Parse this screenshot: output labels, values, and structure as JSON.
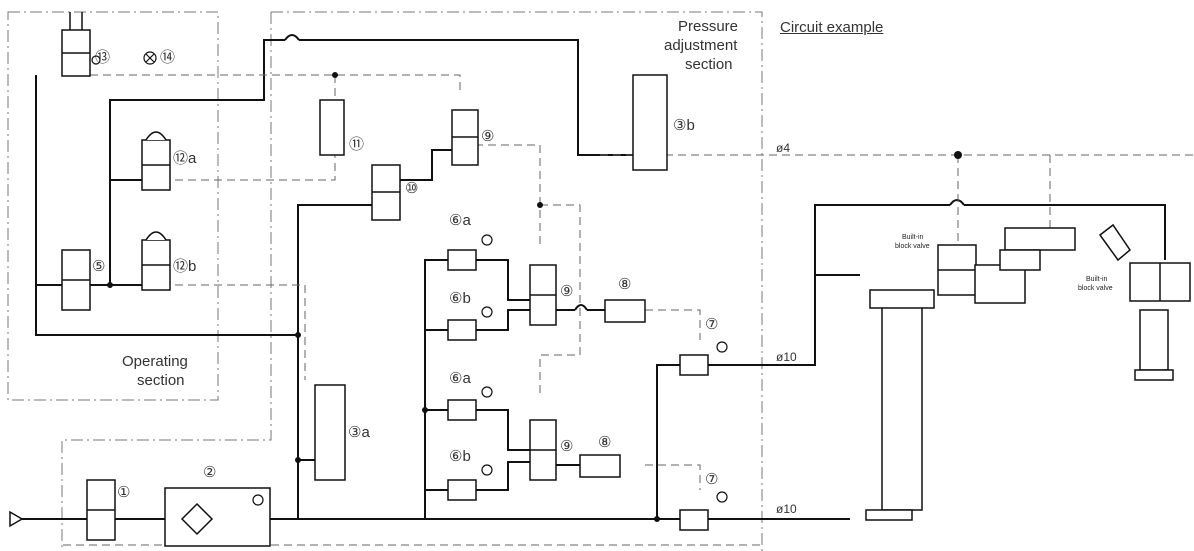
{
  "titles": {
    "circuit_example": "Circuit example",
    "pressure_section": [
      "Pressure",
      "adjustment",
      "section"
    ],
    "operating_section": [
      "Operating",
      "section"
    ]
  },
  "pipe_labels": {
    "d4": "ø4",
    "d10_upper": "ø10",
    "d10_lower": "ø10"
  },
  "builtin_labels": {
    "left": [
      "Built-in",
      "block valve"
    ],
    "right": [
      "Built-in",
      "block valve"
    ]
  },
  "component_labels": {
    "c1": "①",
    "c2": "②",
    "c3a": "③a",
    "c3b": "③b",
    "c5": "⑤",
    "c6a_top": "⑥a",
    "c6b_top": "⑥b",
    "c6a_bot": "⑥a",
    "c6b_bot": "⑥b",
    "c7_top": "⑦",
    "c7_bot": "⑦",
    "c8_top": "⑧",
    "c8_bot": "⑧",
    "c9_upper": "⑨",
    "c9_mid": "⑨",
    "c9_low": "⑨",
    "c10": "⑩",
    "c11": "⑪",
    "c12a": "⑫a",
    "c12b": "⑫b",
    "c13": "⑬",
    "c14": "⑭"
  },
  "colors": {
    "line": "#111111",
    "dash": "#666666",
    "text": "#333333"
  }
}
